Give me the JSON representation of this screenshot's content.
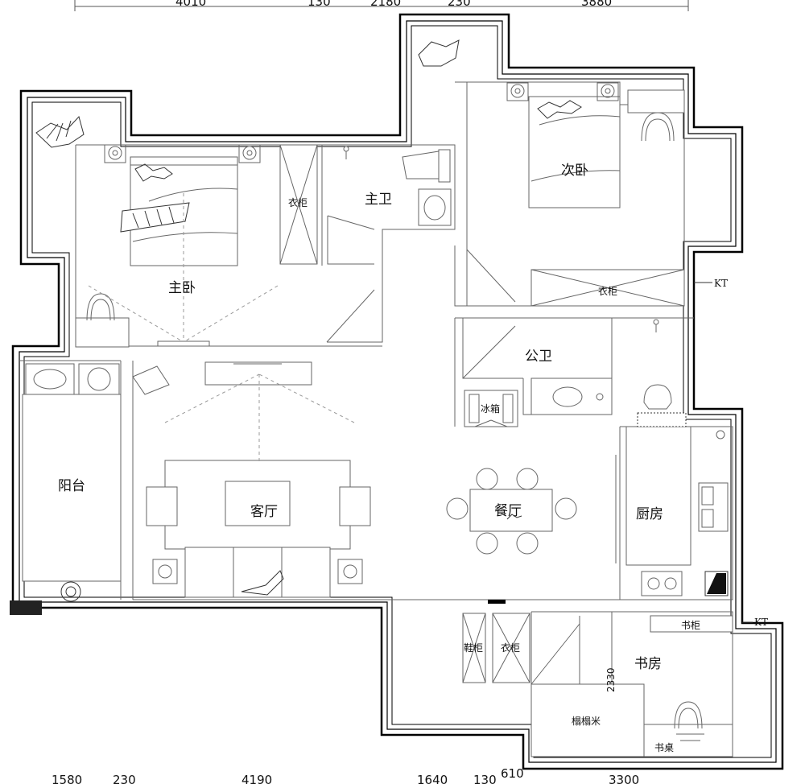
{
  "rooms": {
    "master_bedroom": "主卧",
    "master_bath": "主卫",
    "second_bedroom": "次卧",
    "public_bath": "公卫",
    "balcony": "阳台",
    "living_room": "客厅",
    "dining_room": "餐厅",
    "kitchen": "厨房",
    "study": "书房"
  },
  "fixtures": {
    "wardrobe": "衣柜",
    "fridge": "冰箱",
    "shoe_cabinet": "鞋柜",
    "bookcase": "书柜",
    "tatami": "榻榻米",
    "desk": "书桌"
  },
  "dimensions": {
    "top": [
      "4010",
      "130",
      "2180",
      "230",
      "3880"
    ],
    "bottom": [
      "1580",
      "230",
      "4190",
      "1640",
      "130",
      "610",
      "3300"
    ],
    "study_height": "2330"
  },
  "markers": {
    "kt_upper": "KT",
    "kt_lower": "KT"
  }
}
